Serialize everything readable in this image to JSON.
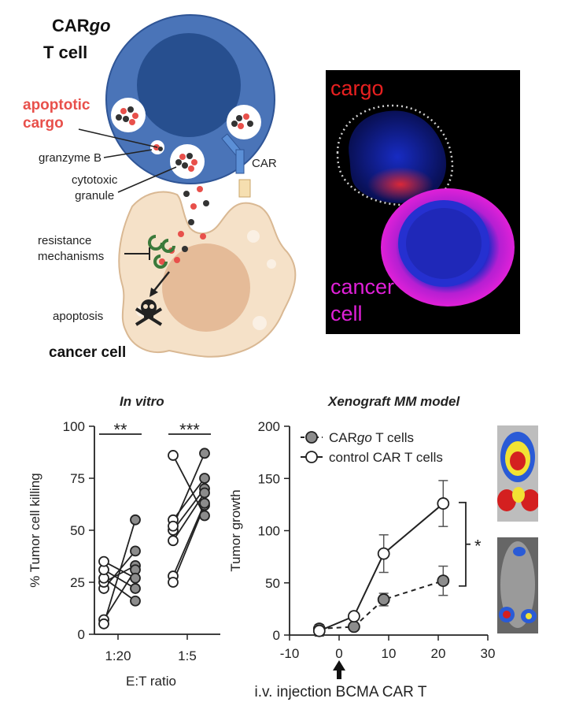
{
  "colors": {
    "cargo_red": "#e8504b",
    "tcell_blue": "#4a74b8",
    "tcell_nucleus": "#274f8f",
    "cancer_beige": "#f5e1c8",
    "cancer_nucleus": "#e2b48f",
    "micro_blue": "#1a30d8",
    "micro_magenta": "#e020d8",
    "micro_red": "#ff2a2a",
    "open_marker": "#ffffff",
    "filled_marker": "#8c8c8c"
  },
  "schematic": {
    "tcell_title_1": "CAR",
    "tcell_title_2": "go",
    "tcell_title_3": "T cell",
    "apoptotic_cargo": "apoptotic cargo",
    "apoptotic_cargo_l1": "apoptotic",
    "apoptotic_cargo_l2": "cargo",
    "granzyme_b": "granzyme B",
    "car": "CAR",
    "cytotoxic_granule_l1": "cytotoxic",
    "cytotoxic_granule_l2": "granule",
    "resistance_l1": "resistance",
    "resistance_l2": "mechanisms",
    "apoptosis": "apoptosis",
    "cancer_cell": "cancer cell",
    "icons": [
      "skull-crossbones-icon",
      "granule-icon",
      "car-receptor-icon"
    ]
  },
  "micrograph": {
    "cargo_label": "cargo",
    "cancer_label_l1": "cancer",
    "cancer_label_l2": "cell"
  },
  "chart_data": [
    {
      "type": "scatter",
      "title": "In vitro",
      "ylabel": "% Tumor cell killing",
      "xlabel": "E:T ratio",
      "categories": [
        "1:20",
        "1:5"
      ],
      "ylim": [
        0,
        100
      ],
      "yticks": [
        0,
        25,
        50,
        75,
        100
      ],
      "series": [
        {
          "style": "open",
          "values_1_20": [
            7,
            22,
            25,
            27,
            31,
            35,
            5
          ],
          "values_1_5": [
            86,
            55,
            50,
            45,
            52,
            28,
            25
          ]
        },
        {
          "style": "filled",
          "values_1_20": [
            55,
            40,
            33,
            31,
            27,
            22,
            16
          ],
          "values_1_5": [
            87,
            75,
            70,
            68,
            62,
            57,
            63
          ]
        }
      ],
      "pairs": [
        [
          7,
          31
        ],
        [
          22,
          40
        ],
        [
          25,
          33
        ],
        [
          27,
          16
        ],
        [
          31,
          22
        ],
        [
          35,
          27
        ],
        [
          5,
          55
        ],
        [
          86,
          57
        ],
        [
          55,
          75
        ],
        [
          50,
          70
        ],
        [
          45,
          68
        ],
        [
          52,
          87
        ],
        [
          28,
          63
        ],
        [
          25,
          62
        ]
      ],
      "significance": [
        {
          "category": "1:20",
          "label": "**"
        },
        {
          "category": "1:5",
          "label": "***"
        }
      ]
    },
    {
      "type": "line",
      "title": "Xenograft MM model",
      "ylabel": "Tumor growth",
      "xlabel": "i.v. injection BCMA CAR T",
      "xlim": [
        -10,
        30
      ],
      "ylim": [
        0,
        200
      ],
      "xticks": [
        -10,
        0,
        10,
        20,
        30
      ],
      "yticks": [
        0,
        50,
        100,
        150,
        200
      ],
      "series": [
        {
          "name": "CARgo T cells",
          "name_parts": [
            "CAR",
            "go",
            " T cells"
          ],
          "style": "filled-dashed",
          "x": [
            -4,
            3,
            9,
            21
          ],
          "y": [
            6,
            8,
            34,
            52
          ],
          "err": [
            4,
            2,
            6,
            14
          ]
        },
        {
          "name": "control CAR T cells",
          "style": "open-solid",
          "x": [
            -4,
            3,
            9,
            21
          ],
          "y": [
            4,
            18,
            78,
            126
          ],
          "err": [
            5,
            3,
            18,
            22
          ]
        }
      ],
      "significance": "*",
      "annotation_arrow": "up-arrow-icon"
    }
  ]
}
